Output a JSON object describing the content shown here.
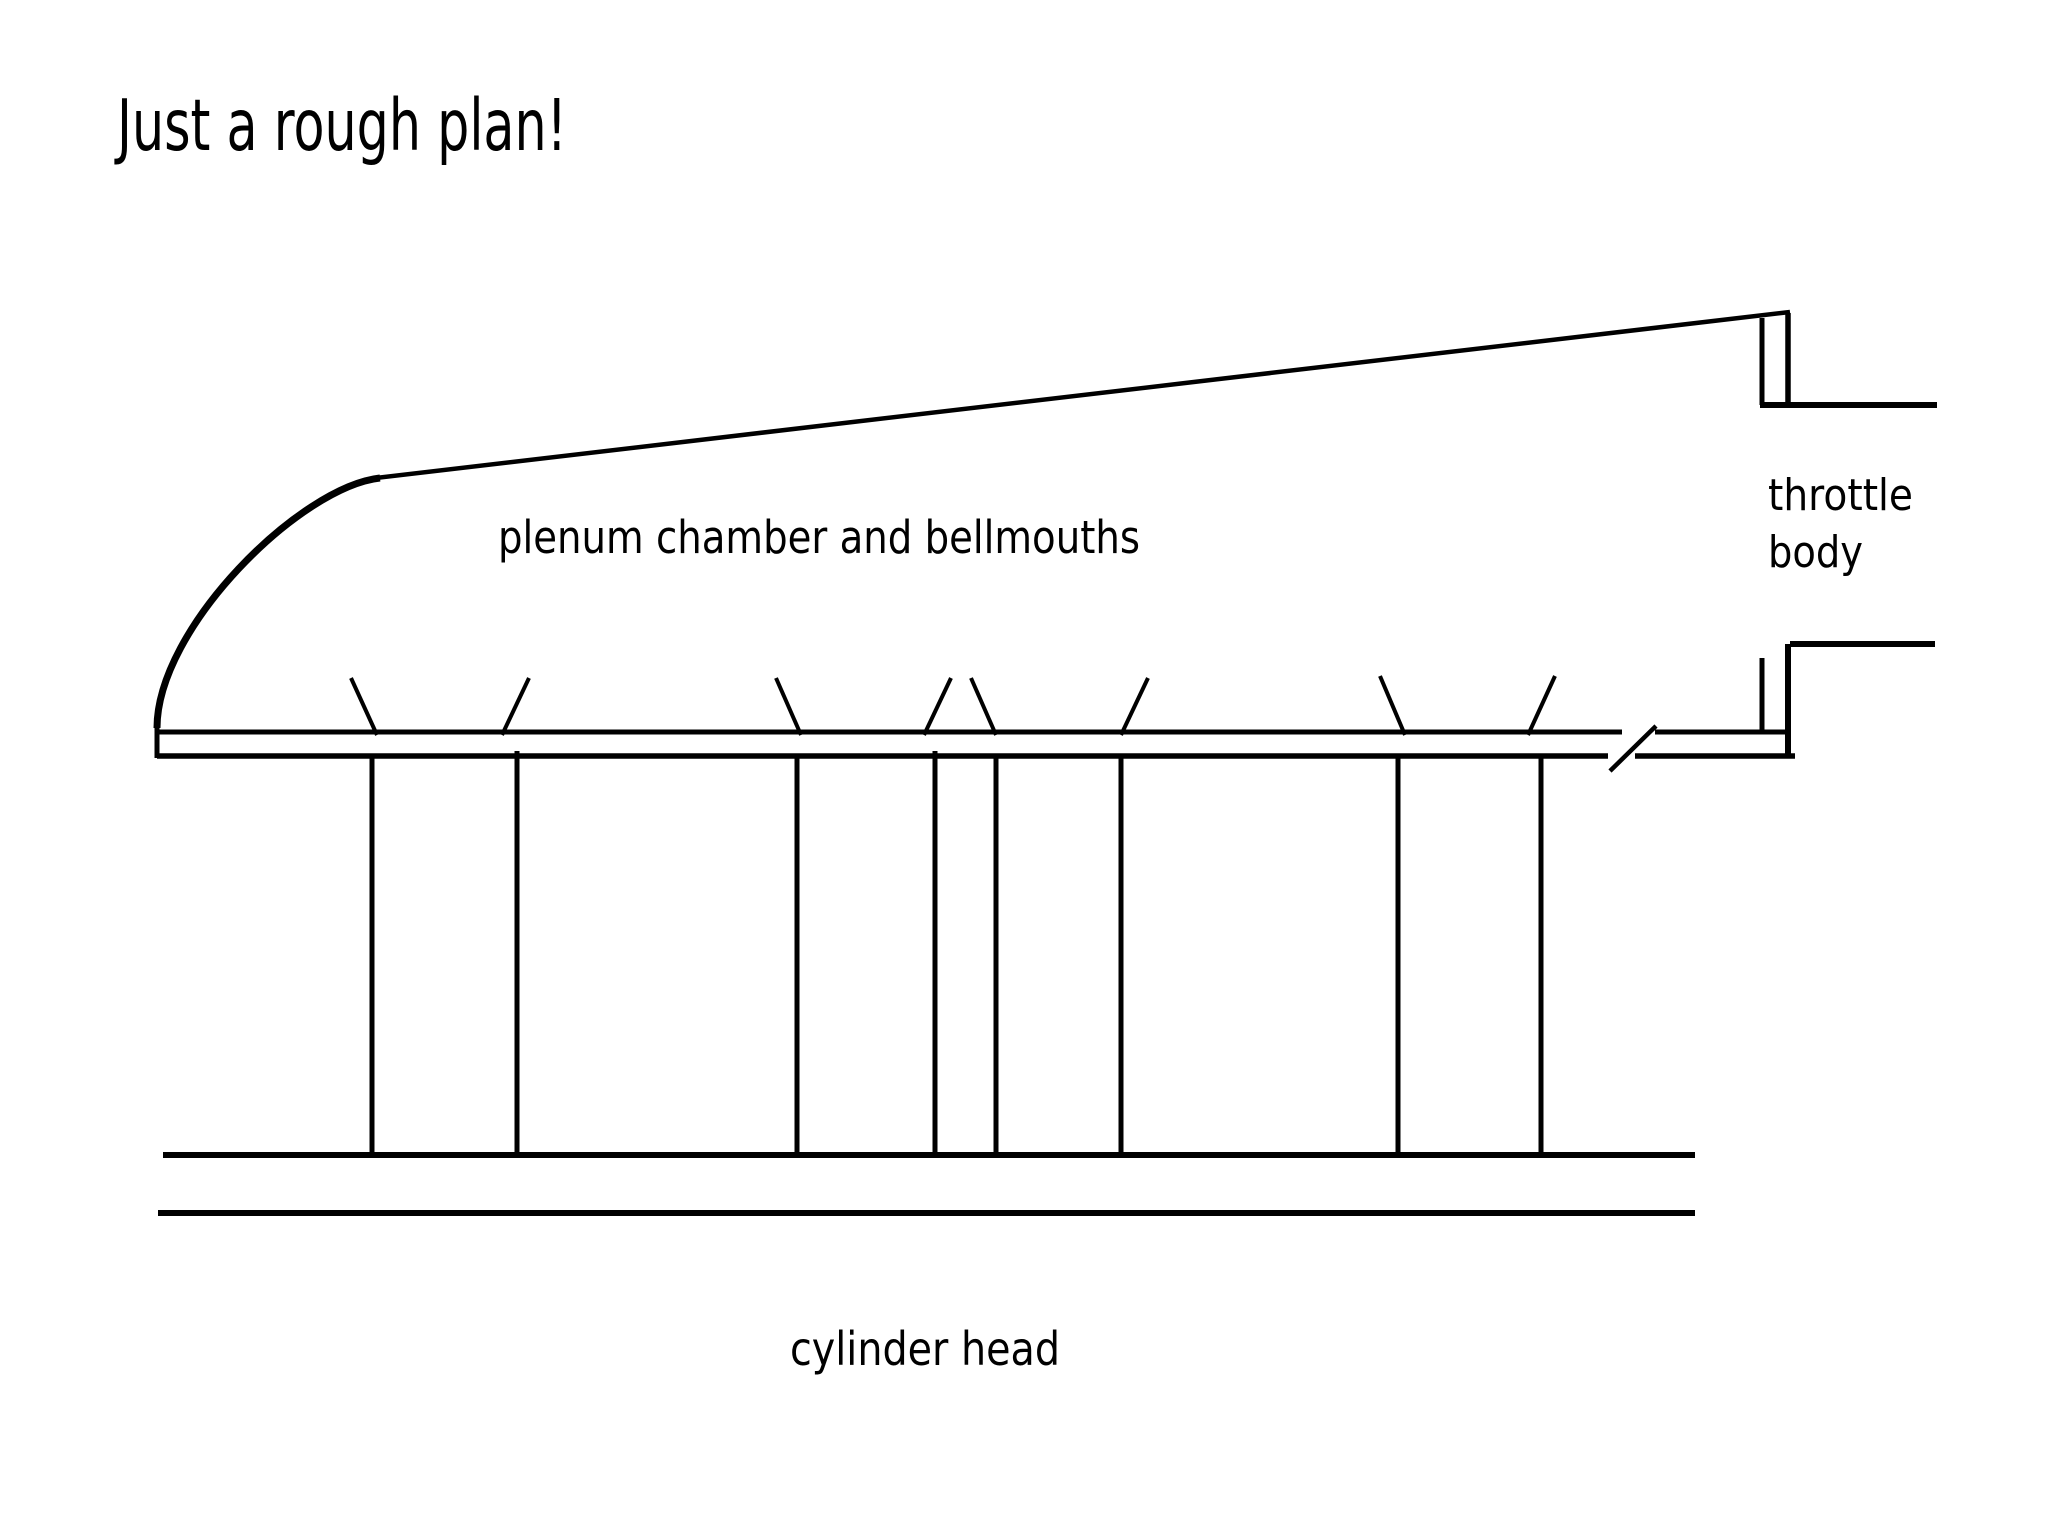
{
  "colors": {
    "background": "#ffffff",
    "ink": "#000000"
  },
  "title": "Just a rough plan!",
  "labels": {
    "plenum": "plenum chamber and bellmouths",
    "throttle_line1": "throttle",
    "throttle_line2": "body",
    "cylinder_head": "cylinder head"
  }
}
